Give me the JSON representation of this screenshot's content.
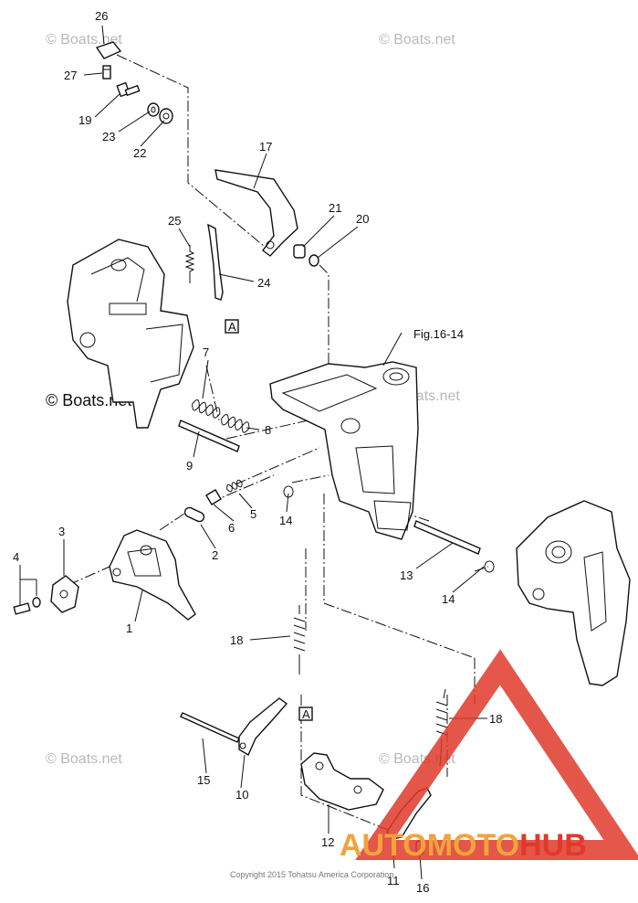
{
  "callouts": [
    {
      "id": "c26",
      "text": "26"
    },
    {
      "id": "c27",
      "text": "27"
    },
    {
      "id": "c19",
      "text": "19"
    },
    {
      "id": "c23",
      "text": "23"
    },
    {
      "id": "c22",
      "text": "22"
    },
    {
      "id": "c17",
      "text": "17"
    },
    {
      "id": "c21",
      "text": "21"
    },
    {
      "id": "c20",
      "text": "20"
    },
    {
      "id": "c25",
      "text": "25"
    },
    {
      "id": "c24",
      "text": "24"
    },
    {
      "id": "c7",
      "text": "7"
    },
    {
      "id": "c8",
      "text": "8"
    },
    {
      "id": "c9",
      "text": "9"
    },
    {
      "id": "c6",
      "text": "6"
    },
    {
      "id": "c5",
      "text": "5"
    },
    {
      "id": "c14a",
      "text": "14"
    },
    {
      "id": "c2",
      "text": "2"
    },
    {
      "id": "c3",
      "text": "3"
    },
    {
      "id": "c4",
      "text": "4"
    },
    {
      "id": "c1",
      "text": "1"
    },
    {
      "id": "c13",
      "text": "13"
    },
    {
      "id": "c14b",
      "text": "14"
    },
    {
      "id": "c18a",
      "text": "18"
    },
    {
      "id": "c18b",
      "text": "18"
    },
    {
      "id": "c15",
      "text": "15"
    },
    {
      "id": "c10",
      "text": "10"
    },
    {
      "id": "c12",
      "text": "12"
    },
    {
      "id": "c11",
      "text": "11"
    },
    {
      "id": "c16",
      "text": "16"
    }
  ],
  "reference_markers": {
    "a_top": "A",
    "a_bottom": "A"
  },
  "figure_reference": "Fig.16-14",
  "watermarks": {
    "boats_net": "© Boats.net",
    "boats_net_dark": "© Boats.net"
  },
  "copyright": "Copyright 2015 Tohatsu America Corporation",
  "brand": {
    "part1": "AUTO",
    "part2": "MOTO",
    "part3": "HUB",
    "color_orange": "#f2a33a",
    "color_red": "#e0392b"
  }
}
